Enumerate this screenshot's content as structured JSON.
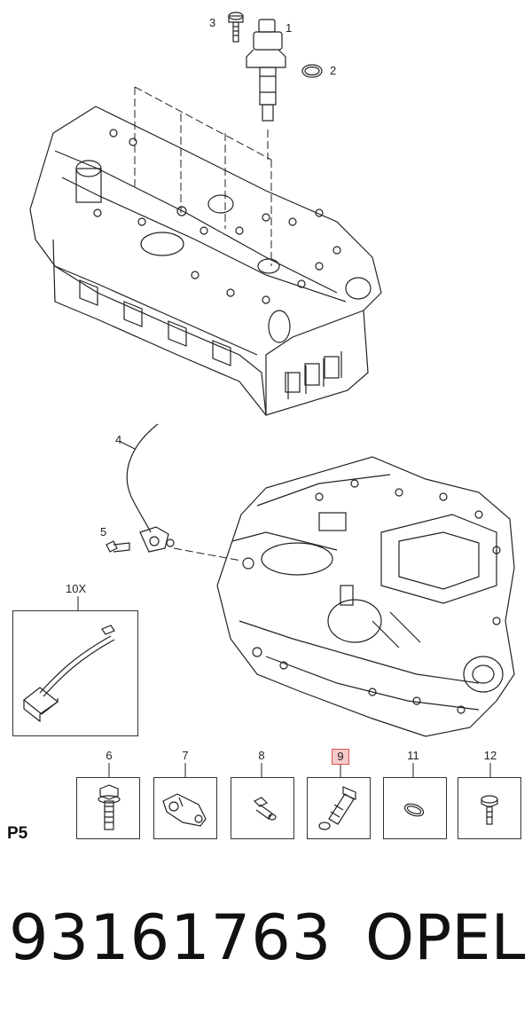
{
  "page_label": "P5",
  "footer": {
    "part_number": "93161763",
    "brand": "OPEL"
  },
  "callouts": {
    "c1": "1",
    "c2": "2",
    "c3": "3",
    "c4": "4",
    "c5": "5",
    "c10x": "10X"
  },
  "thumbnails": [
    {
      "number": "6",
      "icon": "bolt-flange-icon"
    },
    {
      "number": "7",
      "icon": "sensor-bracket-icon"
    },
    {
      "number": "8",
      "icon": "stud-bolt-icon"
    },
    {
      "number": "9",
      "icon": "speed-sensor-icon",
      "highlighted": true
    },
    {
      "number": "11",
      "icon": "o-ring-icon"
    },
    {
      "number": "12",
      "icon": "small-bolt-icon"
    }
  ],
  "colors": {
    "line": "#222222",
    "highlight_fill": "#f6c9c9",
    "highlight_border": "#d9534f"
  }
}
